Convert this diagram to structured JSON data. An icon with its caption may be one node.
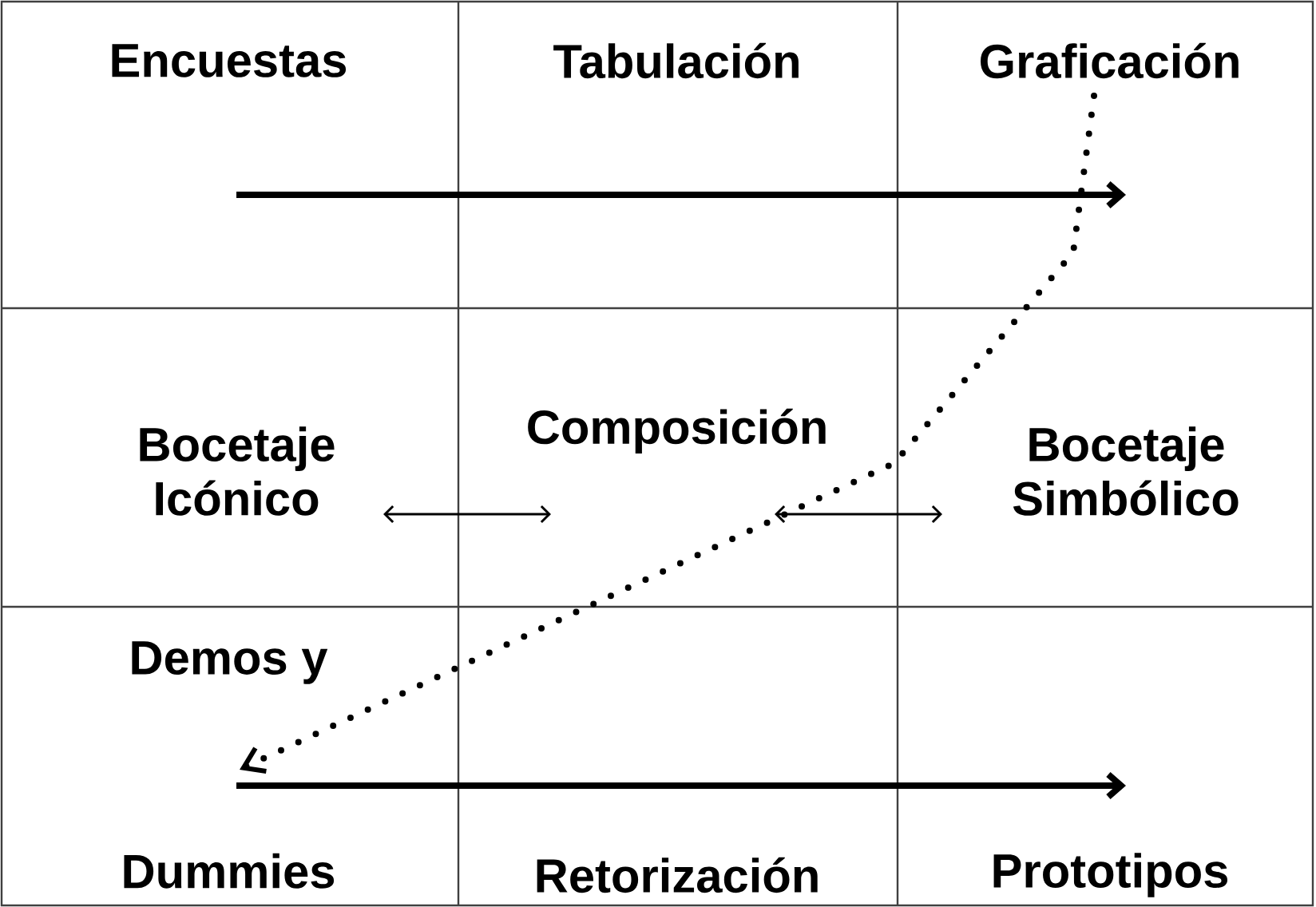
{
  "diagram": {
    "nodes": [
      {
        "text": [
          "Encuestas"
        ]
      },
      {
        "text": [
          "Tabulación"
        ]
      },
      {
        "text": [
          "Graficación"
        ]
      },
      {
        "text": [
          "Bocetaje Icónico"
        ]
      },
      {
        "text": [
          "Composición"
        ]
      },
      {
        "text": [
          "Bocetaje Simbólico"
        ]
      },
      {
        "text": [
          "Demos y",
          "Dummies"
        ]
      },
      {
        "text": [
          "Retorización"
        ]
      },
      {
        "text": [
          "Prototipos"
        ]
      }
    ],
    "edges": [
      {
        "from": 0,
        "to": 2,
        "arrow": "to"
      },
      {
        "from": 2,
        "to": 6,
        "arrow": "to",
        "style": "dashed"
      },
      {
        "from": 3,
        "to": 4,
        "arrow": "both"
      },
      {
        "from": 4,
        "to": 5,
        "arrow": "both"
      },
      {
        "from": 6,
        "to": 8,
        "arrow": "to"
      }
    ]
  }
}
